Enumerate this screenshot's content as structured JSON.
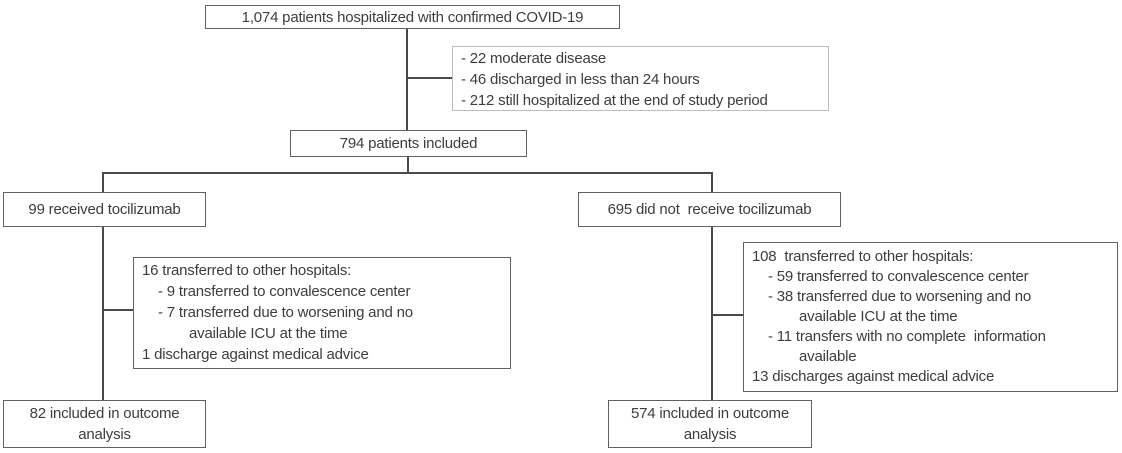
{
  "colors": {
    "text": "#3d3d3d",
    "border": "#616161",
    "border-light": "#bdbdbd",
    "line": "#4a4a4a",
    "background": "#ffffff"
  },
  "flow": {
    "total": "1,074 patients hospitalized with confirmed COVID-19",
    "initial_exclusions": {
      "lines": [
        "- 22 moderate disease",
        "- 46 discharged in less than 24 hours",
        "- 212 still hospitalized at the end of study period"
      ]
    },
    "included": "794 patients included",
    "tocilizumab_arm": "99 received tocilizumab",
    "control_arm": "695 did not  receive tocilizumab",
    "tocilizumab_exclusions": {
      "lines": [
        "16 transferred to other hospitals:",
        "- 9 transferred to convalescence center",
        "- 7 transferred due to worsening and no",
        "available ICU at the time",
        "1 discharge against medical advice"
      ]
    },
    "control_exclusions": {
      "lines": [
        "108  transferred to other hospitals:",
        "- 59 transferred to convalescence center",
        "- 38 transferred due to worsening and no",
        "available ICU at the time",
        "- 11 transfers with no complete  information",
        "available",
        "13 discharges against medical advice"
      ]
    },
    "tocilizumab_outcome": "82 included in outcome analysis",
    "control_outcome": "574 included in outcome analysis"
  }
}
